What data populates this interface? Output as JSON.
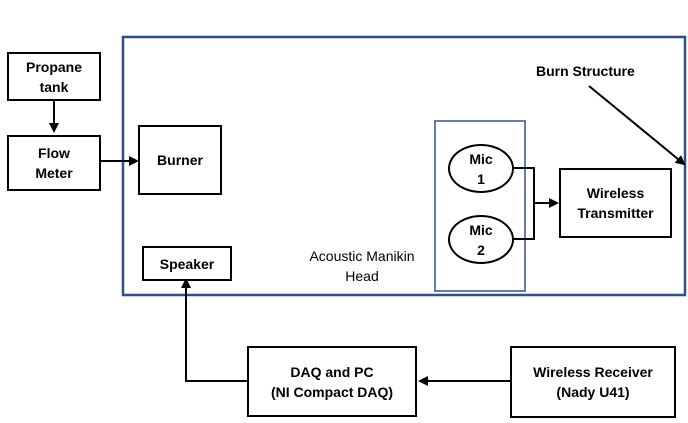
{
  "labels": {
    "propane_tank": [
      "Propane",
      "tank"
    ],
    "flow_meter": [
      "Flow",
      "Meter"
    ],
    "burner": "Burner",
    "mic1": [
      "Mic",
      "1"
    ],
    "mic2": [
      "Mic",
      "2"
    ],
    "wireless_transmitter": [
      "Wireless",
      "Transmitter"
    ],
    "burn_structure": "Burn Structure",
    "manikin_head": [
      "Acoustic Manikin",
      "Head"
    ],
    "speaker": "Speaker",
    "daq_pc": [
      "DAQ and PC",
      "(NI Compact DAQ)"
    ],
    "wireless_receiver": [
      "Wireless Receiver",
      "(Nady U41)"
    ]
  },
  "colors": {
    "structure_border": "#2f4f86",
    "manikin_border": "#5a6f9a",
    "line": "#000000"
  }
}
